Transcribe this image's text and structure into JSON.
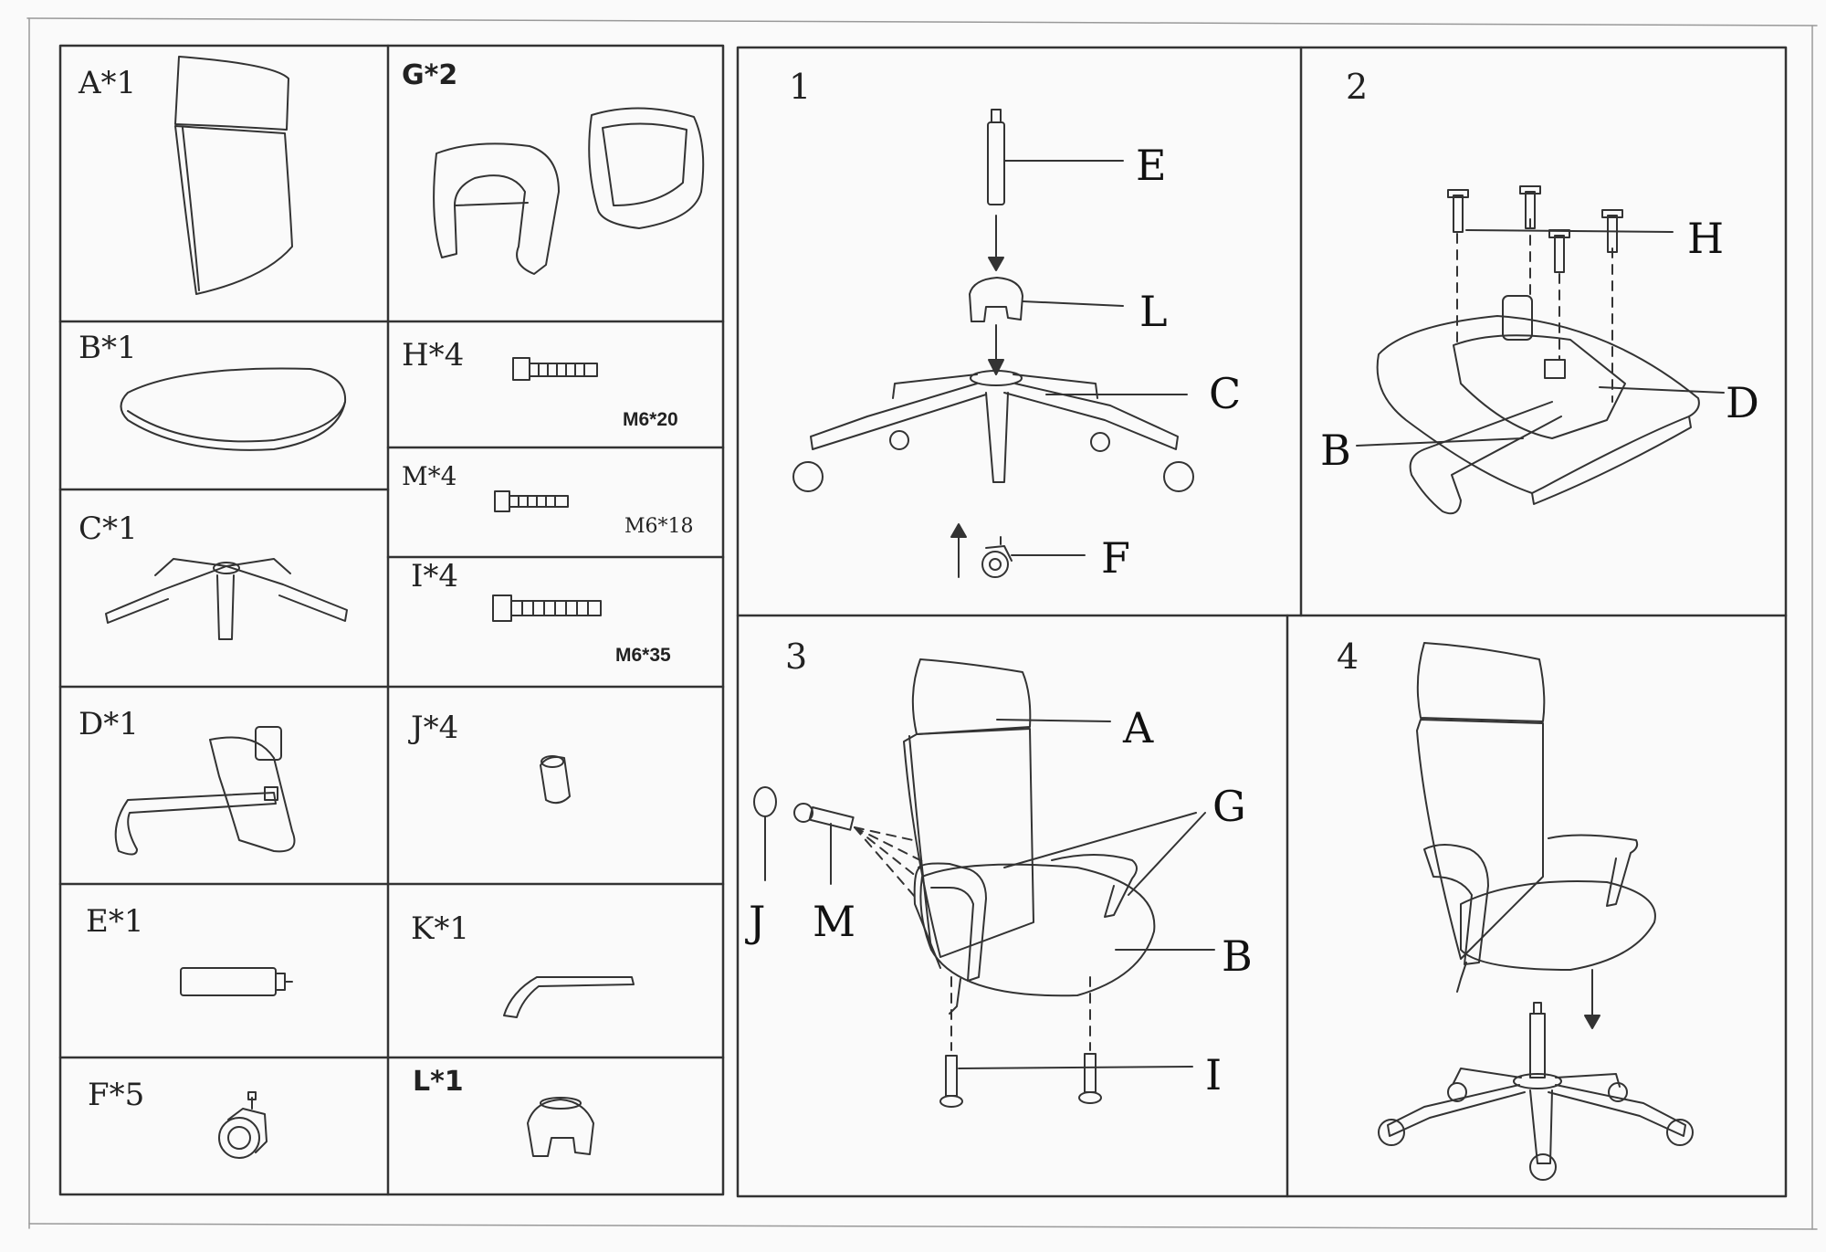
{
  "parts": {
    "A": "A*1",
    "G": "G*2",
    "B": "B*1",
    "H": "H*4",
    "H_spec": "M6*20",
    "M": "M*4",
    "M_spec": "M6*18",
    "C": "C*1",
    "I": "I*4",
    "I_spec": "M6*35",
    "D": "D*1",
    "J": "J*4",
    "E": "E*1",
    "K": "K*1",
    "F": "F*5",
    "L": "L*1"
  },
  "steps": {
    "s1": {
      "number": "1",
      "E": "E",
      "L": "L",
      "C": "C",
      "F": "F"
    },
    "s2": {
      "number": "2",
      "H": "H",
      "D": "D",
      "B": "B"
    },
    "s3": {
      "number": "3",
      "A": "A",
      "G": "G",
      "J": "J",
      "M": "M",
      "B": "B",
      "I": "I"
    },
    "s4": {
      "number": "4"
    }
  }
}
